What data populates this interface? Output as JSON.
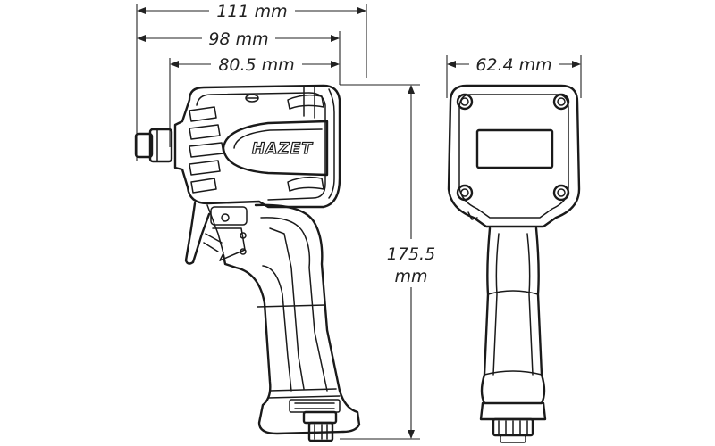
{
  "brand_logo": "HAZET",
  "dimensions": {
    "overall_length": "111 mm",
    "body_length": "98 mm",
    "head_length": "80.5 mm",
    "head_width": "62.4 mm",
    "height_value": "175.5",
    "height_unit": "mm"
  },
  "colors": {
    "line": "#1a1a1a",
    "background": "#ffffff"
  }
}
